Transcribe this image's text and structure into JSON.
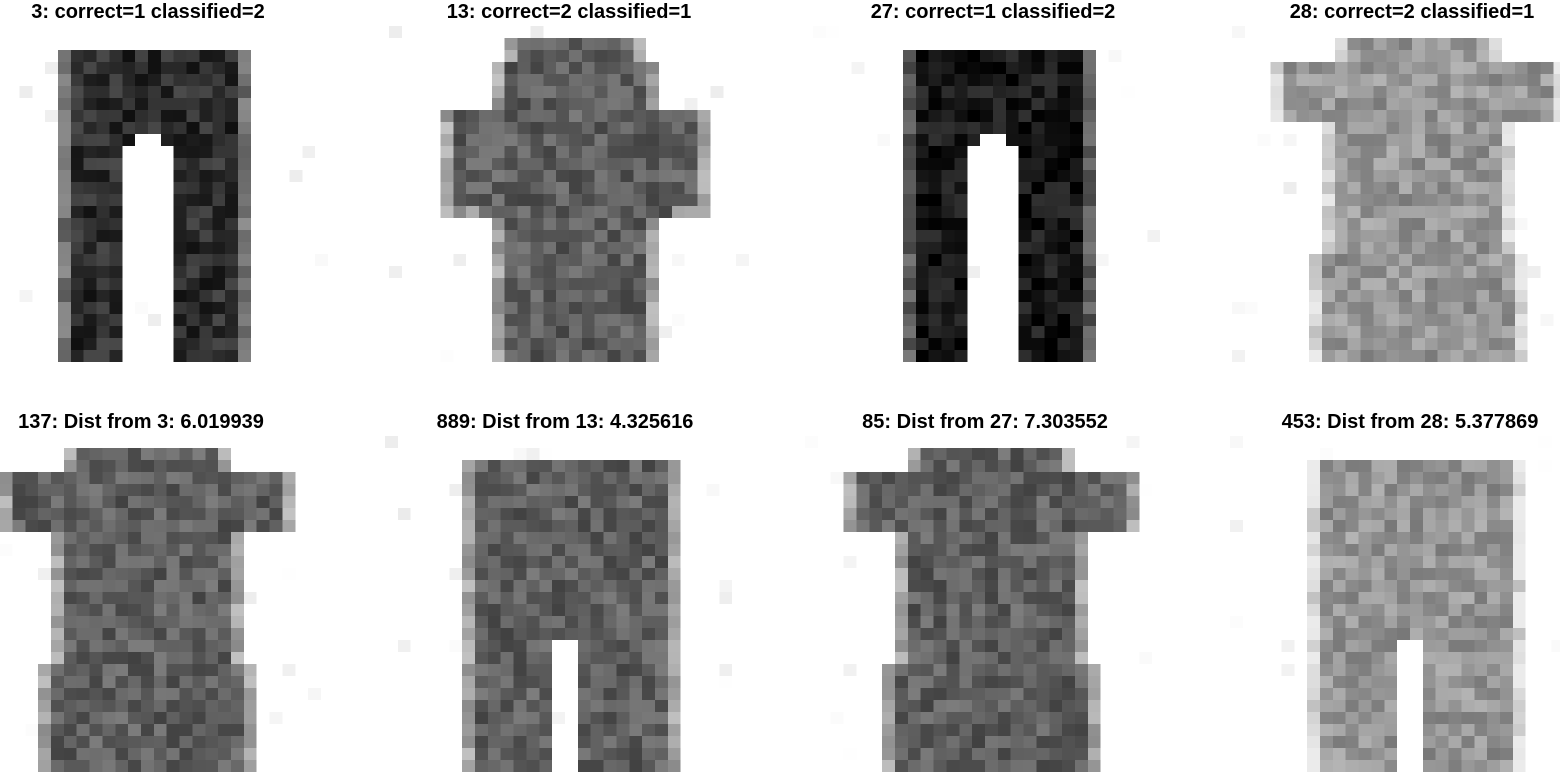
{
  "figure": {
    "panels": [
      {
        "title": "3: correct=1 classified=2",
        "garment": "trouser",
        "tone": "dark"
      },
      {
        "title": "13: correct=2 classified=1",
        "garment": "long-dress",
        "tone": "mid"
      },
      {
        "title": "27: correct=1 classified=2",
        "garment": "trouser",
        "tone": "black"
      },
      {
        "title": "28: correct=2 classified=1",
        "garment": "short-dress",
        "tone": "light"
      },
      {
        "title": "137: Dist from 3: 6.019939",
        "garment": "short-dress",
        "tone": "mid"
      },
      {
        "title": "889: Dist from 13: 4.325616",
        "garment": "trouser-wide",
        "tone": "mid"
      },
      {
        "title": "85: Dist from 27: 7.303552",
        "garment": "short-dress",
        "tone": "mid"
      },
      {
        "title": "453: Dist from 28: 5.377869",
        "garment": "trouser-wide",
        "tone": "light"
      }
    ]
  }
}
